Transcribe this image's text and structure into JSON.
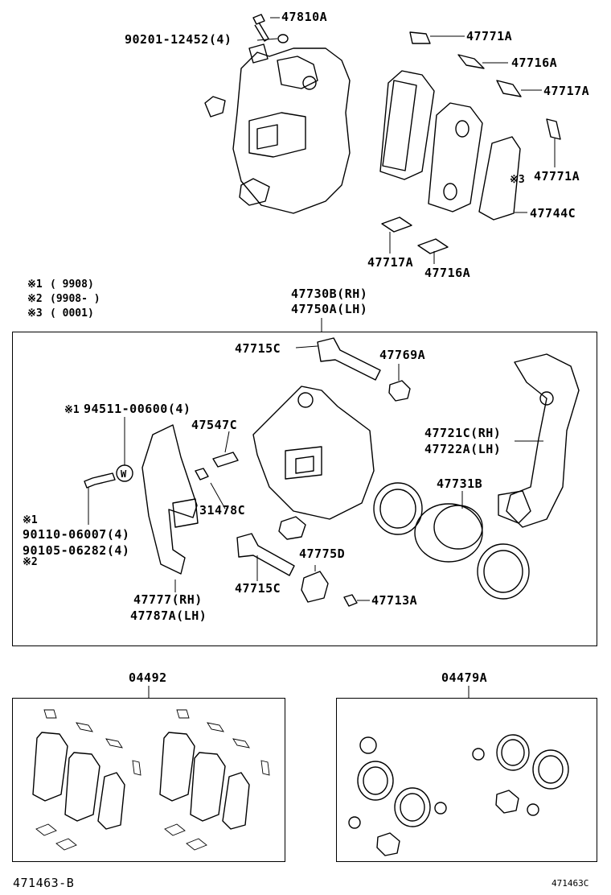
{
  "top_labels": {
    "bolt": "47810A",
    "washer": "90201-12452(4)",
    "clip_a_1": "47771A",
    "shim_c": "47716A",
    "shim_d": "47717A",
    "clip_a_2": "47771A",
    "shim_note": "※3",
    "anti_squeal": "47744C",
    "shim_d_2": "47717A",
    "shim_c_2": "47716A"
  },
  "notes": [
    {
      "mark": "※1",
      "text": "(        9908)"
    },
    {
      "mark": "※2",
      "text": "(9908-        )"
    },
    {
      "mark": "※3",
      "text": "(        0001)"
    }
  ],
  "assembly": {
    "rh": "47730B(RH)",
    "lh": "47750A(LH)"
  },
  "main_labels": {
    "slide_pin_1": "47715C",
    "boot_1": "47769A",
    "bleeder_screw_note": "※1",
    "bleeder_screw": "94511-00600(4)",
    "bleeder_plug": "47547C",
    "cap": "31478C",
    "torque_plate_rh": "47721C(RH)",
    "torque_plate_lh": "47722A(LH)",
    "piston": "47731B",
    "bolt_note_1": "※1",
    "bolt_1": "90110-06007(4)",
    "bolt_2": "90105-06282(4)",
    "bolt_note_2": "※2",
    "slide_pin_boot": "47775D",
    "slide_pin_2": "47715C",
    "bush": "47713A",
    "shield_rh": "47777(RH)",
    "shield_lh": "47787A(LH)",
    "w_mark": "W"
  },
  "kits": {
    "pad_kit": "04492",
    "cylinder_kit": "04479A"
  },
  "footer": {
    "left_code": "471463-B",
    "right_code": "471463C"
  }
}
